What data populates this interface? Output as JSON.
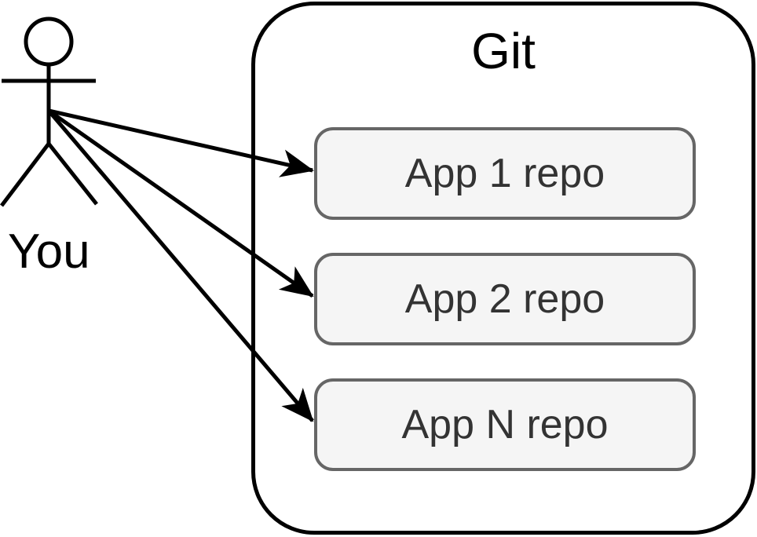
{
  "diagram": {
    "actor": {
      "label": "You",
      "icon": "stick-figure-icon"
    },
    "git": {
      "title": "Git"
    },
    "repos": [
      {
        "label": "App 1 repo"
      },
      {
        "label": "App 2 repo"
      },
      {
        "label": "App N repo"
      }
    ],
    "connections": [
      {
        "from": "You",
        "to": "App 1 repo",
        "style": "solid-arrow"
      },
      {
        "from": "You",
        "to": "App 2 repo",
        "style": "solid-arrow"
      },
      {
        "from": "You",
        "to": "App N repo",
        "style": "solid-arrow"
      }
    ],
    "colors": {
      "background": "#ffffff",
      "line": "#000000",
      "container_border": "#000000",
      "container_fill": "#ffffff",
      "repo_box_fill": "#f5f5f5",
      "repo_box_border": "#666666",
      "repo_box_text": "#333333",
      "title_text": "#000000"
    }
  }
}
